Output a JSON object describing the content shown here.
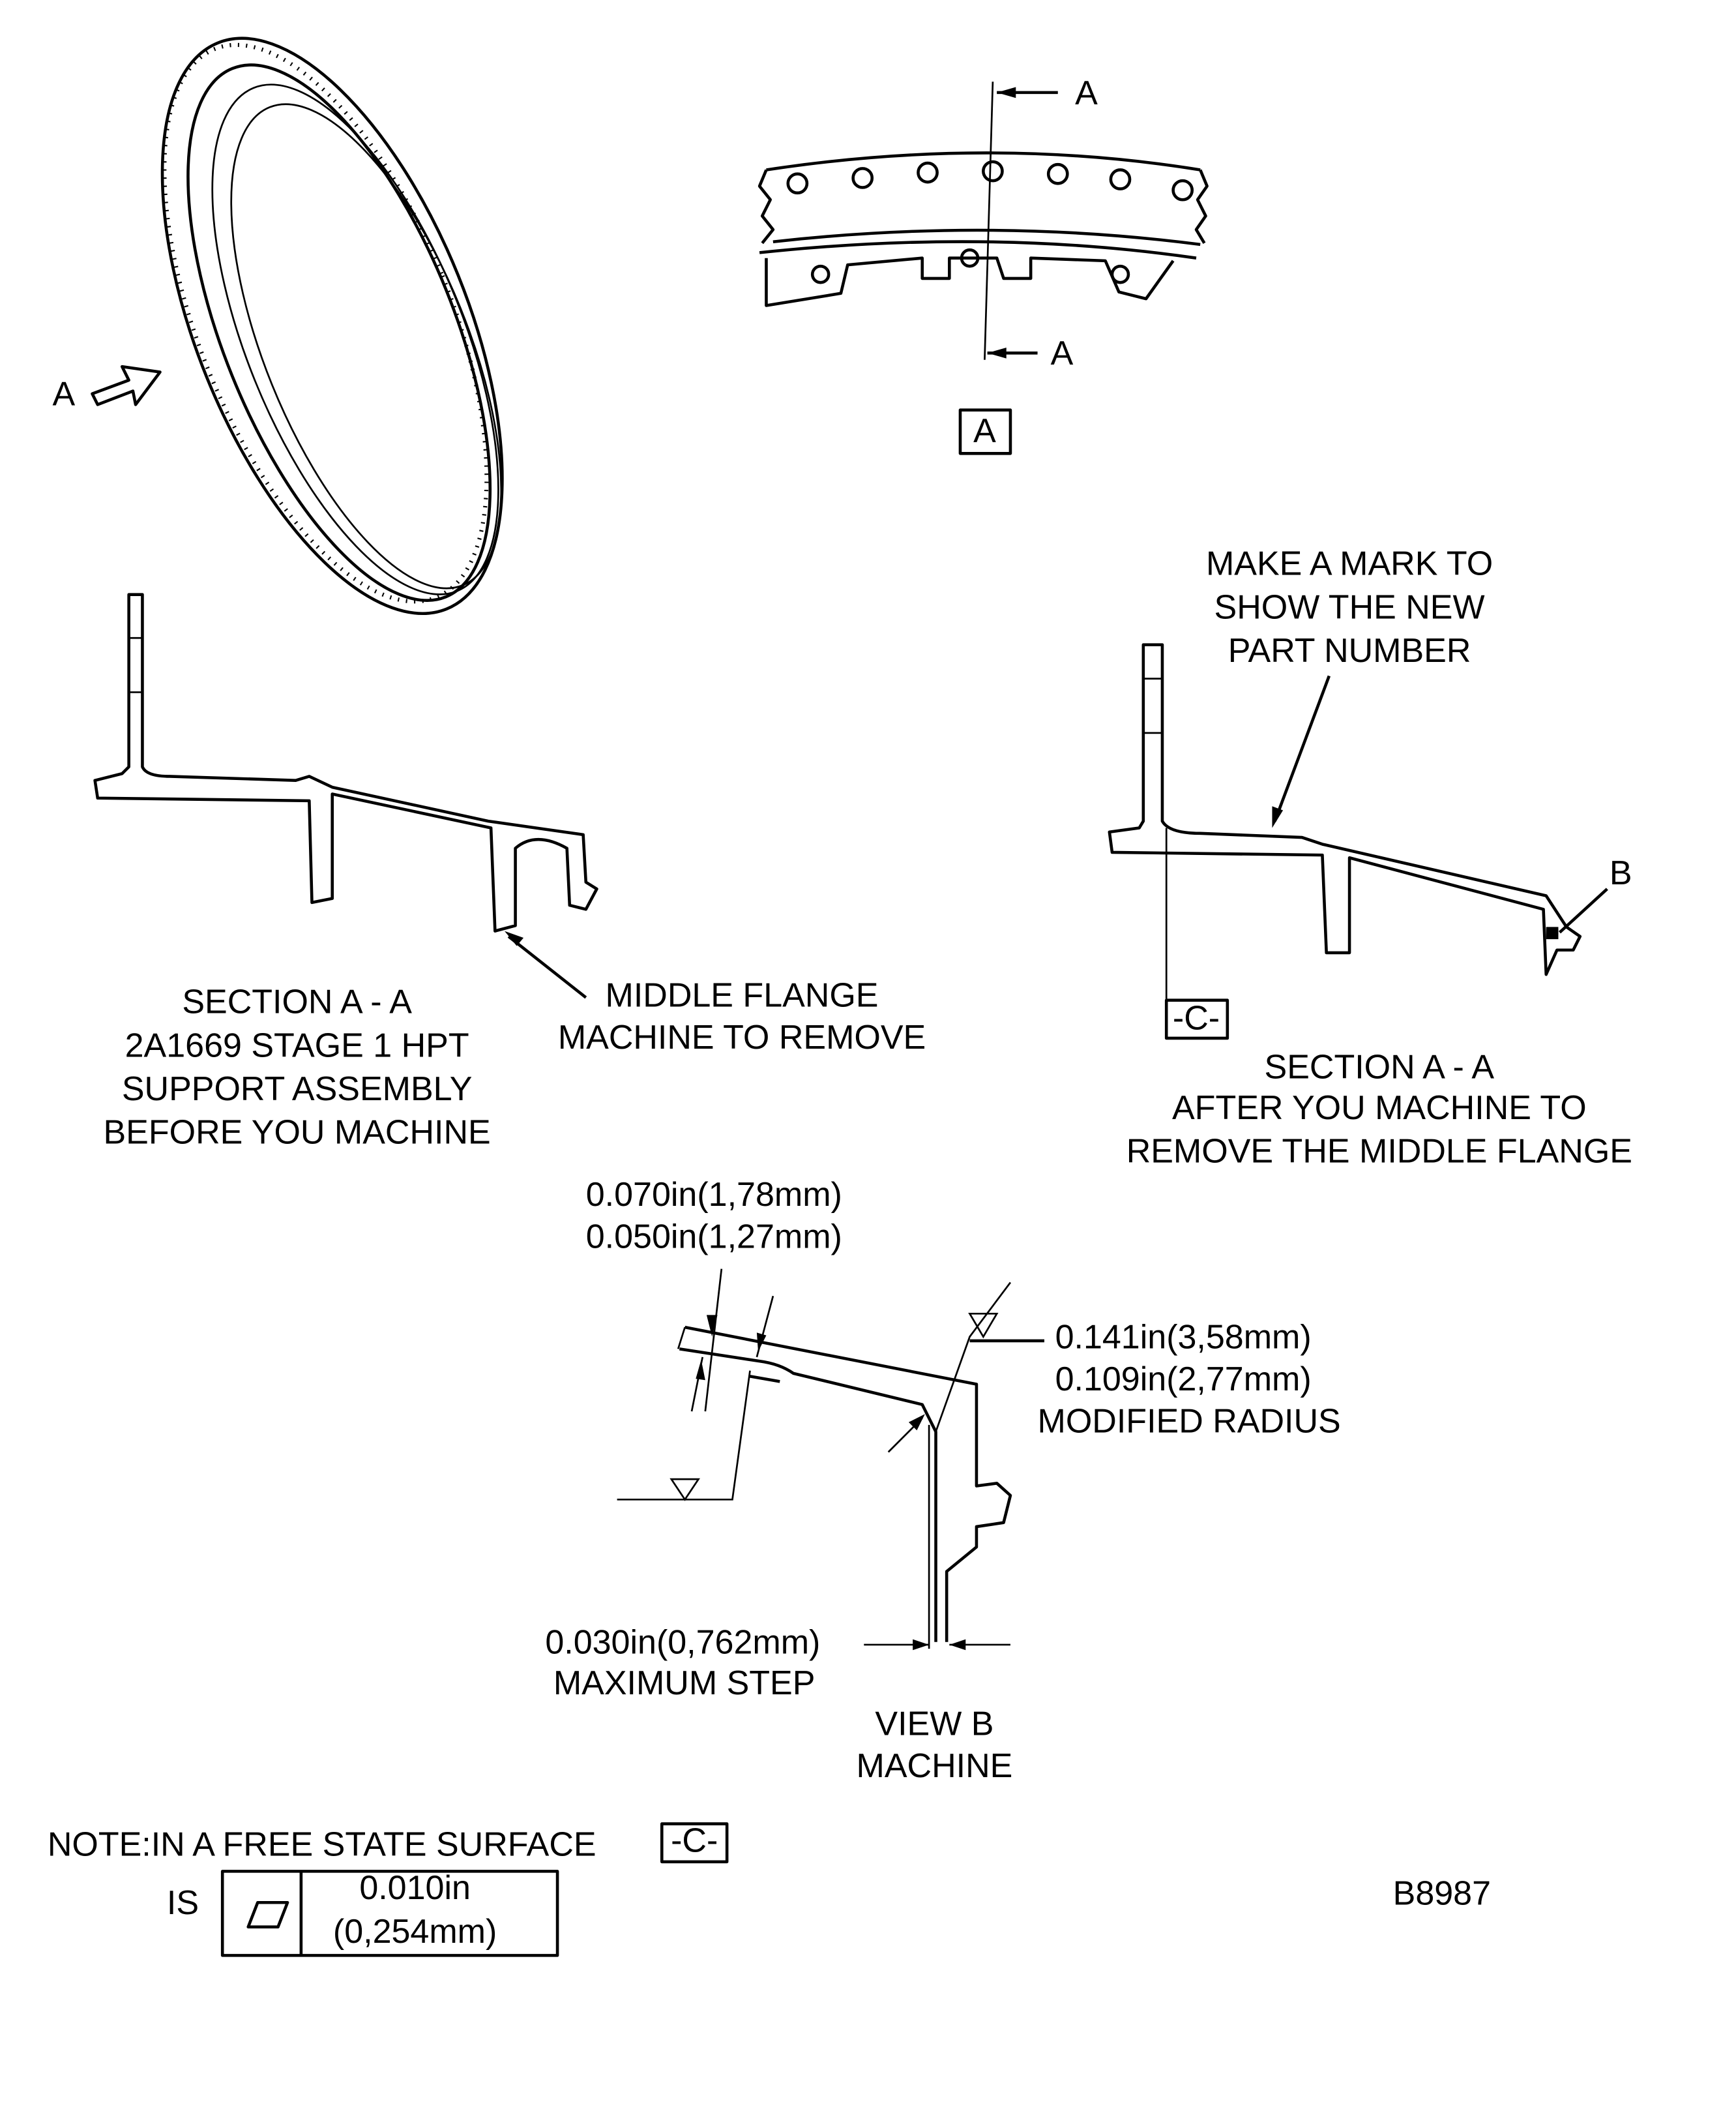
{
  "view_a": {
    "section_marker_top": "A",
    "section_marker_bottom": "A",
    "view_label": "A",
    "view_arrow_label": "A"
  },
  "section_before": {
    "lines": [
      "SECTION A - A",
      "2A1669 STAGE 1 HPT",
      "SUPPORT ASSEMBLY",
      "BEFORE YOU MACHINE"
    ],
    "callout": [
      "MIDDLE FLANGE",
      "MACHINE TO REMOVE"
    ]
  },
  "section_after": {
    "mark_note": [
      "MAKE A MARK TO",
      "SHOW THE NEW",
      "PART NUMBER"
    ],
    "view_b_marker": "B",
    "datum": "-C-",
    "lines": [
      "SECTION A - A",
      "AFTER YOU MACHINE TO",
      "REMOVE THE MIDDLE FLANGE"
    ]
  },
  "view_b": {
    "thickness_max": "0.070in(1,78mm)",
    "thickness_min": "0.050in(1,27mm)",
    "radius_max": "0.141in(3,58mm)",
    "radius_min": "0.109in(2,77mm)",
    "radius_label": "MODIFIED RADIUS",
    "step_value": "0.030in(0,762mm)",
    "step_label": "MAXIMUM STEP",
    "title": [
      "VIEW B",
      "MACHINE"
    ]
  },
  "note": {
    "text": "NOTE:IN A FREE STATE SURFACE",
    "datum": "-C-",
    "is_label": "IS",
    "flatness_symbol": "flatness-icon",
    "tolerance_in": "0.010in",
    "tolerance_mm": "(0,254mm)"
  },
  "figure_id": "B8987"
}
